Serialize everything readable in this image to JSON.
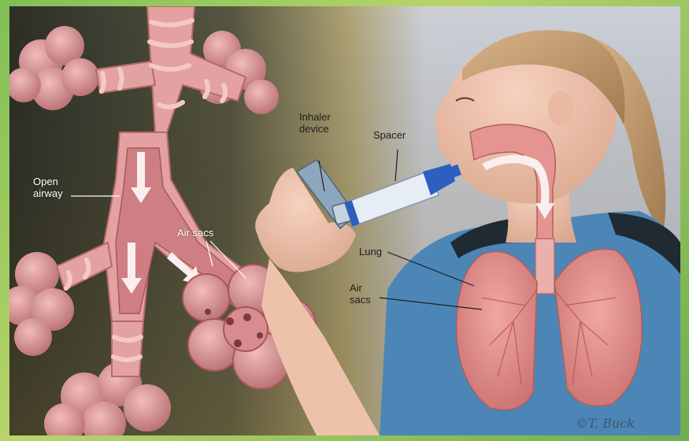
{
  "labels": {
    "open_airway": "Open\nairway",
    "air_sacs_left": "Air sacs",
    "inhaler_device": "Inhaler\ndevice",
    "spacer": "Spacer",
    "lung": "Lung",
    "air_sacs_right": "Air\nsacs"
  },
  "signature": "©T. Buck",
  "colors": {
    "frame": "#8cc45c",
    "background_left": "#3a3a30",
    "background_right": "#d9dde6",
    "airway": "#e7a3a3",
    "lung": "#e58f8b",
    "shirt": "#4b86b6",
    "spacer_blue": "#2c5fbf"
  }
}
